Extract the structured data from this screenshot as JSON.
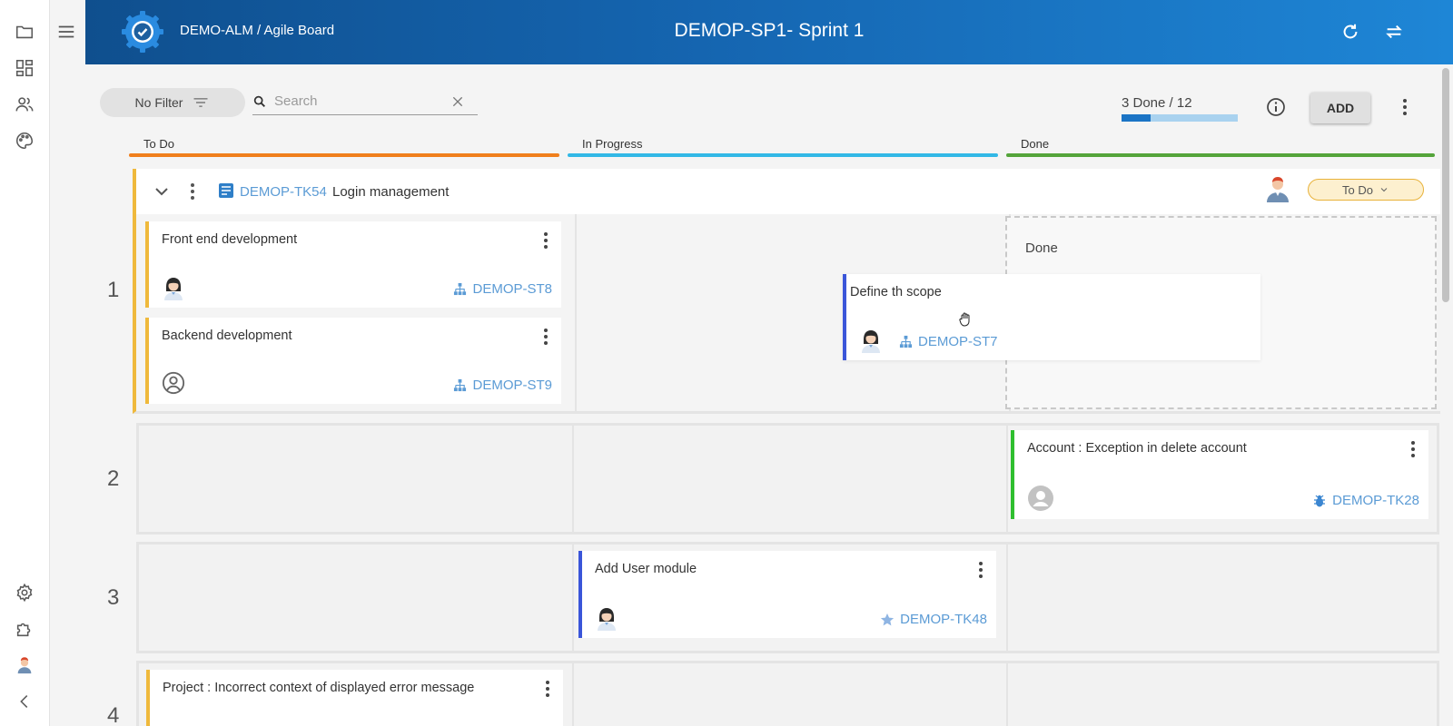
{
  "app": {
    "breadcrumb": "DEMO-ALM / Agile Board",
    "sprint_title": "DEMOP-SP1- Sprint 1"
  },
  "toolbar": {
    "filter_label": "No Filter",
    "search_placeholder": "Search",
    "progress_text": "3 Done / 12",
    "progress_fraction": 0.25,
    "add_label": "ADD"
  },
  "columns": [
    {
      "label": "To Do",
      "color": "#f07f1c"
    },
    {
      "label": "In Progress",
      "color": "#32b8e6"
    },
    {
      "label": "Done",
      "color": "#54a43a"
    }
  ],
  "lanes": [
    {
      "number": "1"
    },
    {
      "number": "2"
    },
    {
      "number": "3"
    },
    {
      "number": "4"
    }
  ],
  "story": {
    "key": "DEMOP-TK54",
    "title": "Login management",
    "status": "To Do"
  },
  "drop_zone_label": "Done",
  "cards": {
    "front_end": {
      "title": "Front end development",
      "key": "DEMOP-ST8"
    },
    "backend": {
      "title": "Backend development",
      "key": "DEMOP-ST9"
    },
    "scope": {
      "title": "Define th scope",
      "key": "DEMOP-ST7"
    },
    "account": {
      "title": "Account : Exception in delete account",
      "key": "DEMOP-TK28"
    },
    "add_user": {
      "title": "Add User module",
      "key": "DEMOP-TK48"
    },
    "project": {
      "title": "Project : Incorrect context of displayed error message"
    }
  },
  "colors": {
    "story_accent": "#efb93c",
    "in_progress_accent": "#3a55d9",
    "done_accent": "#2fbf2f",
    "key_link": "#5b9bd5"
  }
}
